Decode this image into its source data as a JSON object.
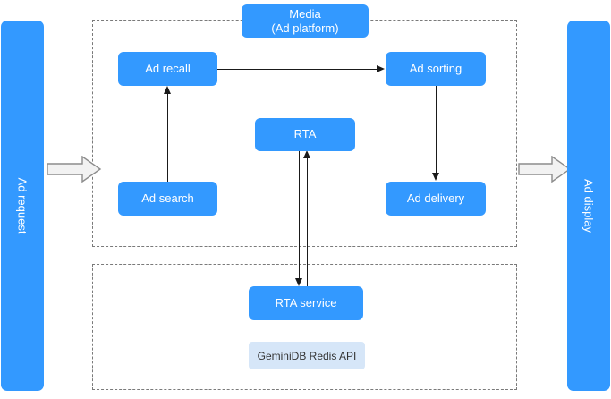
{
  "diagram": {
    "title_chip": {
      "line1": "Media",
      "line2": "(Ad platform)"
    },
    "left_bar": {
      "label": "Ad request"
    },
    "right_bar": {
      "label": "Ad display"
    },
    "nodes": {
      "ad_recall": "Ad recall",
      "ad_sorting": "Ad sorting",
      "rta": "RTA",
      "ad_search": "Ad search",
      "ad_delivery": "Ad delivery",
      "rta_service": "RTA service",
      "geminidb_redis_api": "GeminiDB Redis API"
    },
    "colors": {
      "node_blue": "#3399ff",
      "api_chip_blue": "#d6e6f8",
      "dashed_border": "#7a7a7a",
      "connector": "#1a1a1a",
      "block_arrow_fill": "#f2f2f2",
      "block_arrow_stroke": "#8c8c8c"
    }
  }
}
